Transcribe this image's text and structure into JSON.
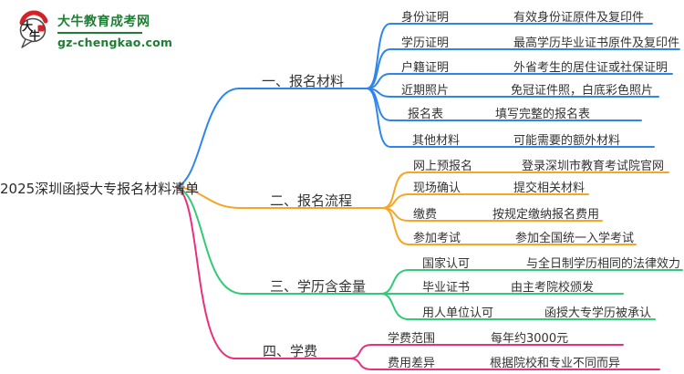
{
  "logo": {
    "icon_char_1": "大",
    "icon_char_2": "牛",
    "title": "大牛教育成考网",
    "domain": "gz-chengkao.com",
    "brand_color": "#1E7E34",
    "seal_color": "#D3232A"
  },
  "root": {
    "title": "2025深圳函授大专报名材料清单"
  },
  "branches": [
    {
      "label": "一、报名材料",
      "color": "#2E86EC",
      "items": [
        {
          "label": "身份证明",
          "desc": "有效身份证原件及复印件"
        },
        {
          "label": "学历证明",
          "desc": "最高学历毕业证书原件及复印件"
        },
        {
          "label": "户籍证明",
          "desc": "外省考生的居住证或社保证明"
        },
        {
          "label": "近期照片",
          "desc": "免冠证件照，白底彩色照片"
        },
        {
          "label": "报名表",
          "desc": "填写完整的报名表"
        },
        {
          "label": "其他材料",
          "desc": "可能需要的额外材料"
        }
      ]
    },
    {
      "label": "二、报名流程",
      "color": "#F5A623",
      "items": [
        {
          "label": "网上预报名",
          "desc": "登录深圳市教育考试院官网"
        },
        {
          "label": "现场确认",
          "desc": "提交相关材料"
        },
        {
          "label": "缴费",
          "desc": "按规定缴纳报名费用"
        },
        {
          "label": "参加考试",
          "desc": "参加全国统一入学考试"
        }
      ]
    },
    {
      "label": "三、学历含金量",
      "color": "#2FCB76",
      "items": [
        {
          "label": "国家认可",
          "desc": "与全日制学历相同的法律效力"
        },
        {
          "label": "毕业证书",
          "desc": "由主考院校颁发"
        },
        {
          "label": "用人单位认可",
          "desc": "函授大专学历被承认"
        }
      ]
    },
    {
      "label": "四、学费",
      "color": "#EC2F7D",
      "items": [
        {
          "label": "学费范围",
          "desc": "每年约3000元"
        },
        {
          "label": "费用差异",
          "desc": "根据院校和专业不同而异"
        }
      ]
    }
  ]
}
